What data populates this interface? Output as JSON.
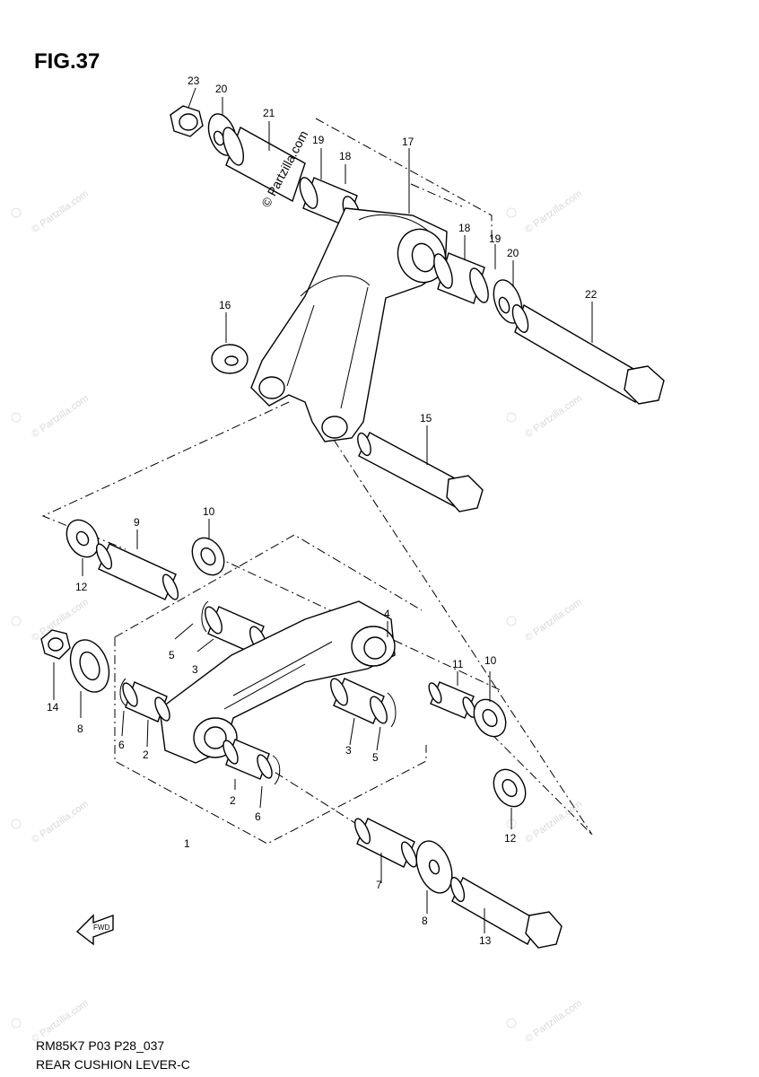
{
  "figure": {
    "title": "FIG.37",
    "code": "RM85K7 P03 P28_037",
    "caption": "REAR CUSHION LEVER-C"
  },
  "watermark": {
    "center_text": "© Partzilla.com",
    "repeated_text": "© Partzilla.com"
  },
  "callouts": [
    {
      "label": "23"
    },
    {
      "label": "20"
    },
    {
      "label": "21"
    },
    {
      "label": "19"
    },
    {
      "label": "18"
    },
    {
      "label": "17"
    },
    {
      "label": "18"
    },
    {
      "label": "19"
    },
    {
      "label": "20"
    },
    {
      "label": "22"
    },
    {
      "label": "16"
    },
    {
      "label": "15"
    },
    {
      "label": "9"
    },
    {
      "label": "10"
    },
    {
      "label": "12"
    },
    {
      "label": "4"
    },
    {
      "label": "5"
    },
    {
      "label": "3"
    },
    {
      "label": "14"
    },
    {
      "label": "8"
    },
    {
      "label": "6"
    },
    {
      "label": "2"
    },
    {
      "label": "11"
    },
    {
      "label": "10"
    },
    {
      "label": "3"
    },
    {
      "label": "5"
    },
    {
      "label": "2"
    },
    {
      "label": "6"
    },
    {
      "label": "12"
    },
    {
      "label": "1"
    },
    {
      "label": "7"
    },
    {
      "label": "8"
    },
    {
      "label": "13"
    }
  ],
  "icons": {
    "front_arrow": "fwd-arrow-icon"
  }
}
